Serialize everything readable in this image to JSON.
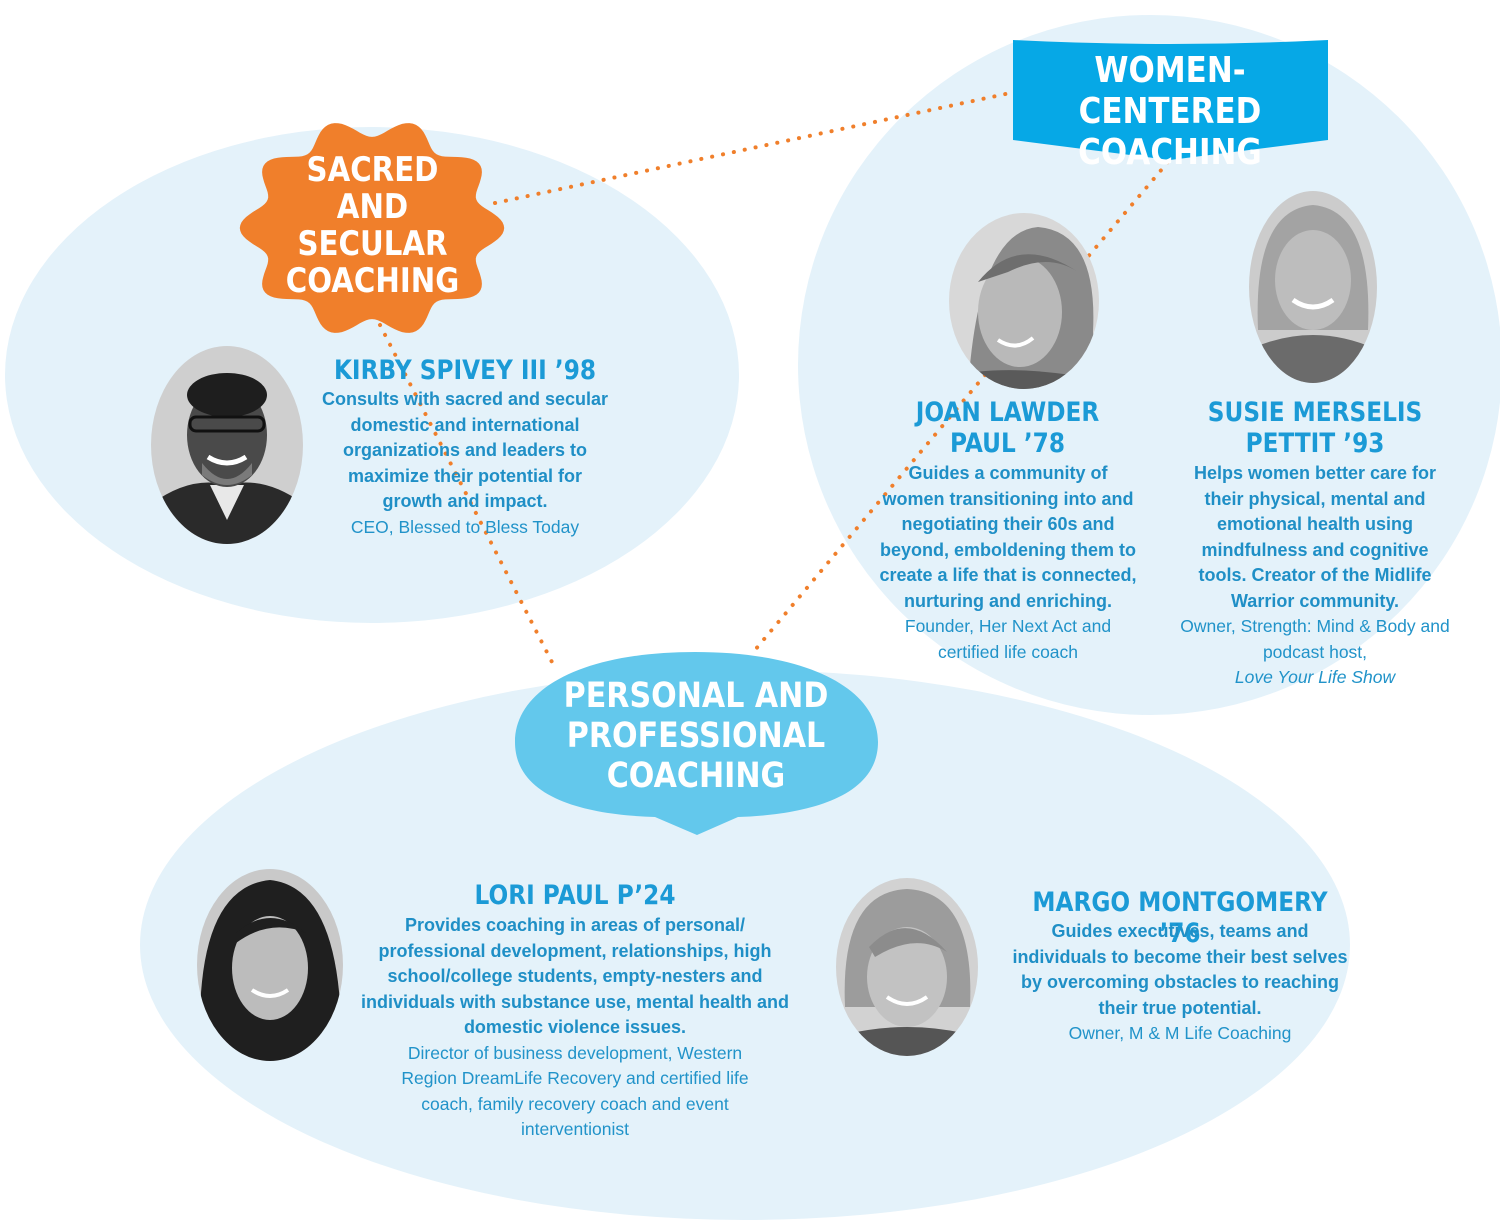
{
  "colors": {
    "bubble": "#e4f2fa",
    "orange": "#f07f2b",
    "blue_dark": "#06a8e6",
    "blue_light": "#63c8ec",
    "text_blue": "#1b9ad6"
  },
  "categories": {
    "sacred": "SACRED\nAND SECULAR\nCOACHING",
    "women": "WOMEN-CENTERED\nCOACHING",
    "personal": "PERSONAL AND\nPROFESSIONAL\nCOACHING"
  },
  "people": {
    "kirby": {
      "name": "KIRBY SPIVEY III ’98",
      "description": "Consults with sacred and secular domestic and international organizations and leaders to maximize their potential for growth and impact.",
      "role": "CEO, Blessed to Bless Today"
    },
    "joan": {
      "name": "JOAN LAWDER\nPAUL ’78",
      "description": "Guides a community of women transitioning into and negotiating their 60s and beyond, emboldening them to create a life that is connected, nurturing and enriching.",
      "role": "Founder, Her Next Act and certified life coach"
    },
    "susie": {
      "name": "SUSIE MERSELIS\nPETTIT ’93",
      "description": "Helps women better care for their physical, mental and emotional health using mindfulness and cognitive tools. Creator of the Midlife Warrior community.",
      "role": "Owner, Strength: Mind & Body and podcast host,",
      "role_italic": "Love Your Life Show"
    },
    "lori": {
      "name": "LORI PAUL P’24",
      "description": "Provides coaching in areas of personal/ professional development, relationships, high school/college students, empty-nesters and individuals with substance use, mental health and domestic violence issues.",
      "role": "Director of business development, Western Region DreamLife Recovery and certified life coach, family recovery coach and event interventionist"
    },
    "margo": {
      "name": "MARGO MONTGOMERY ’76",
      "description": "Guides executives, teams and individuals to become their best selves by overcoming obstacles to reaching their true potential.",
      "role": "Owner, M & M Life Coaching"
    }
  }
}
